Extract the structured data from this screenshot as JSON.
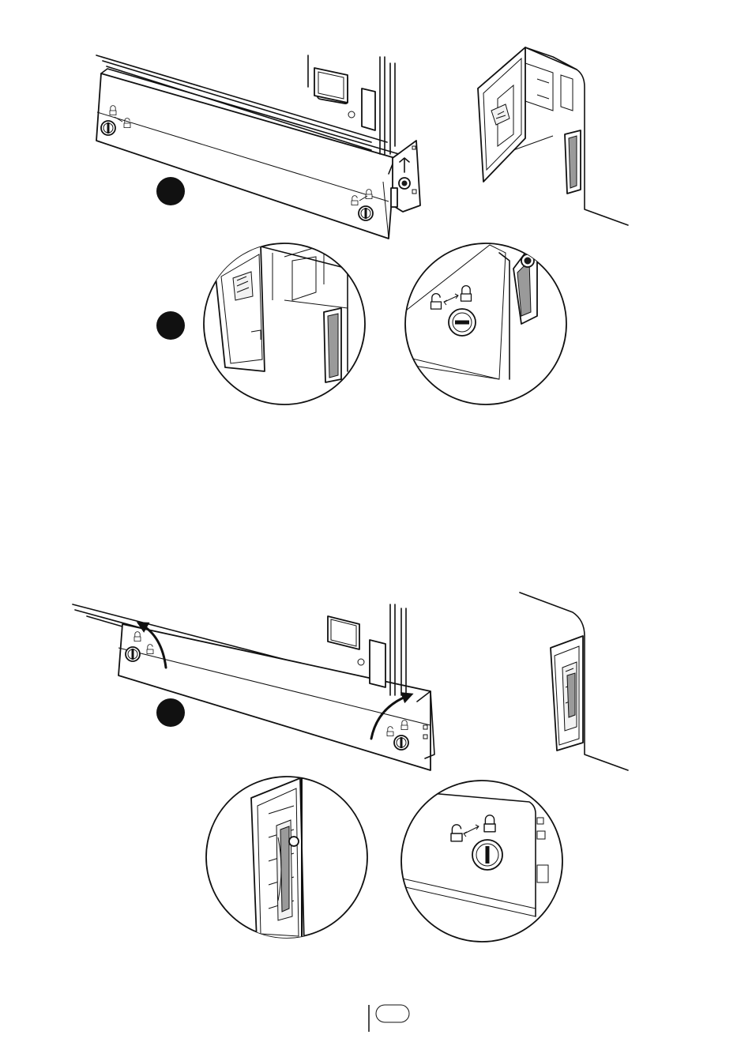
{
  "page": {
    "footer": {
      "page_number": "",
      "language_code": ""
    },
    "steps": [
      {
        "marker_label": "",
        "figure": "panel-detach"
      },
      {
        "marker_label": "",
        "figure": "detail-views"
      },
      {
        "marker_label": "",
        "figure": "panel-lock"
      }
    ],
    "icons": {
      "unlock": "unlock-icon",
      "lock": "lock-icon",
      "rotate_arrow": "rotate-arrow-icon",
      "up_arrow": "up-arrow-icon"
    },
    "colors": {
      "line": "#111111",
      "marker": "#111111",
      "background": "#ffffff"
    }
  }
}
